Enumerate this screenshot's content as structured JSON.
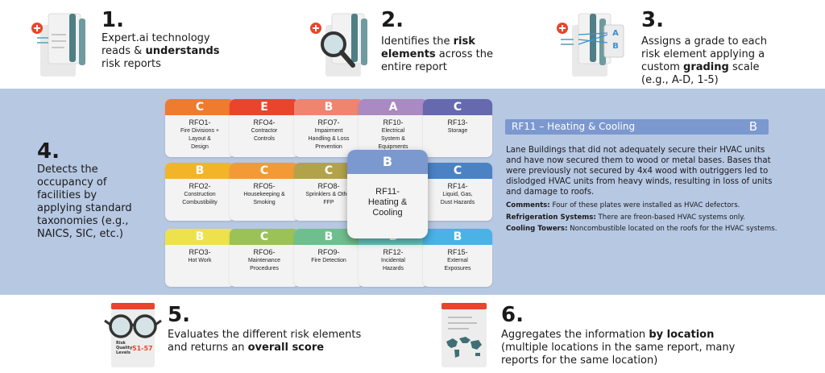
{
  "steps": [
    {
      "num": "1.",
      "lines": [
        [
          {
            "t": "Expert.ai technology"
          }
        ],
        [
          {
            "t": "reads & "
          },
          {
            "t": "understands",
            "b": true
          }
        ],
        [
          {
            "t": "risk reports"
          }
        ]
      ]
    },
    {
      "num": "2.",
      "lines": [
        [
          {
            "t": "Identifies the "
          },
          {
            "t": "risk",
            "b": true
          }
        ],
        [
          {
            "t": "elements",
            "b": true
          },
          {
            "t": " across the"
          }
        ],
        [
          {
            "t": "entire report"
          }
        ]
      ]
    },
    {
      "num": "3.",
      "lines": [
        [
          {
            "t": "Assigns a grade to each"
          }
        ],
        [
          {
            "t": "risk element applying a"
          }
        ],
        [
          {
            "t": "custom "
          },
          {
            "t": "grading",
            "b": true
          },
          {
            "t": " scale"
          }
        ],
        [
          {
            "t": "(e.g., A-D, 1-5)"
          }
        ]
      ]
    },
    {
      "num": "4.",
      "lines": [
        [
          {
            "t": "Detects the"
          }
        ],
        [
          {
            "t": "occupancy of"
          }
        ],
        [
          {
            "t": "facilities by"
          }
        ],
        [
          {
            "t": "applying standard"
          }
        ],
        [
          {
            "t": "taxonomies (e.g.,"
          }
        ],
        [
          {
            "t": "NAICS, SIC, etc.)"
          }
        ]
      ]
    },
    {
      "num": "5.",
      "lines": [
        [
          {
            "t": "Evaluates the different risk elements"
          }
        ],
        [
          {
            "t": "and returns an "
          },
          {
            "t": "overall score",
            "b": true
          }
        ]
      ]
    },
    {
      "num": "6.",
      "lines": [
        [
          {
            "t": "Aggregates the information "
          },
          {
            "t": "by location",
            "b": true
          }
        ],
        [
          {
            "t": "(multiple locations in the same report, many"
          }
        ],
        [
          {
            "t": "reports for the same location)"
          }
        ]
      ]
    }
  ],
  "icon_grade_labels": [
    "A",
    "B"
  ],
  "score_icon": {
    "label_lines": [
      "Risk",
      "Quality",
      "Levels"
    ],
    "value": "51-57"
  },
  "cards": [
    {
      "grade": "C",
      "code": "RFO1-",
      "name": [
        "Fire Divisions +",
        "Layout &",
        "Design"
      ],
      "color": "#ef7b2e"
    },
    {
      "grade": "E",
      "code": "RFO4-",
      "name": [
        "Contractor",
        "Controls"
      ],
      "color": "#e8452c"
    },
    {
      "grade": "B",
      "code": "RFO7-",
      "name": [
        "Impairment",
        "Handling & Loss",
        "Prevention"
      ],
      "color": "#ef846f"
    },
    {
      "grade": "A",
      "code": "RF10-",
      "name": [
        "Electrical",
        "System &",
        "Equipments"
      ],
      "color": "#a98ac2"
    },
    {
      "grade": "C",
      "code": "RF13-",
      "name": [
        "Storage"
      ],
      "color": "#6669ae"
    },
    {
      "grade": "B",
      "code": "RFO2-",
      "name": [
        "Construction",
        "Combustibility"
      ],
      "color": "#f3b42a"
    },
    {
      "grade": "C",
      "code": "RFO5-",
      "name": [
        "Housekeeping &",
        "Smoking"
      ],
      "color": "#f39a36"
    },
    {
      "grade": "C",
      "code": "RFO8-",
      "name": [
        "Sprinklers & Other",
        "FFP"
      ],
      "color": "#b2a34a"
    },
    {
      "grade": "B",
      "code": "RF11-",
      "name": [
        "Heating &",
        "Cooling"
      ],
      "color": "#7b98cf"
    },
    {
      "grade": "C",
      "code": "RF14-",
      "name": [
        "Liquid, Gas,",
        "Dust Hazards"
      ],
      "color": "#4b82c3"
    },
    {
      "grade": "B",
      "code": "RFO3-",
      "name": [
        "Hot Work"
      ],
      "color": "#ede24c"
    },
    {
      "grade": "C",
      "code": "RFO6-",
      "name": [
        "Maintenance",
        "Procedures"
      ],
      "color": "#9ac256"
    },
    {
      "grade": "B",
      "code": "RFO9-",
      "name": [
        "Fire Detection"
      ],
      "color": "#6fbf8e"
    },
    {
      "grade": "B",
      "code": "RF12-",
      "name": [
        "Incidental",
        "Hazards"
      ],
      "color": "#65c6c1"
    },
    {
      "grade": "B",
      "code": "RF15-",
      "name": [
        "External",
        "Exposures"
      ],
      "color": "#4ab2e5"
    }
  ],
  "selected_card": {
    "grade": "B",
    "code": "RF11-",
    "name": [
      "Heating &",
      "Cooling"
    ]
  },
  "detail": {
    "title": "RF11 – Heating & Cooling",
    "grade": "B",
    "summary": "Lane Buildings that did not adequately secure their HVAC units and have now secured them to wood or metal bases. Bases that were previously not secured by 4x4 wood with outriggers led to dislodged HVAC units from heavy winds, resulting in loss of units and damage to roofs.",
    "notes": [
      {
        "label": "Comments:",
        "text": " Four of these plates were installed as HVAC defectors."
      },
      {
        "label": "Refrigeration Systems:",
        "text": " There are freon-based HVAC systems only."
      },
      {
        "label": "Cooling Towers:",
        "text": " Noncombustible located on the roofs for the HVAC systems."
      }
    ]
  },
  "colors": {
    "band": "#b7c8e3",
    "accent_red": "#e8452c",
    "teal": "#4f7f84",
    "selected": "#7b98cf"
  }
}
